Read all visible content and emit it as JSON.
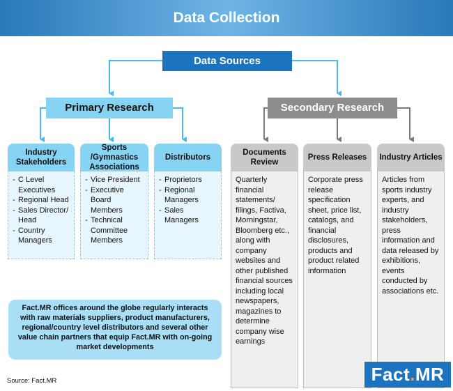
{
  "header": {
    "title": "Data Collection"
  },
  "root": {
    "label": "Data Sources"
  },
  "primary": {
    "label": "Primary Research",
    "panels": [
      {
        "title": "Industry Stakeholders",
        "items": [
          "C Level Executives",
          "Regional Head",
          "Sales Director/ Head",
          "Country Managers"
        ]
      },
      {
        "title": "Sports /Gymnastics Associations",
        "items": [
          "Vice President",
          "Executive Board Members",
          "Technical Committee Members"
        ]
      },
      {
        "title": "Distributors",
        "items": [
          "Proprietors",
          "Regional Managers",
          "Sales Managers"
        ]
      }
    ]
  },
  "secondary": {
    "label": "Secondary Research",
    "panels": [
      {
        "title": "Documents Review",
        "text": "Quarterly financial statements/ filings, Factiva, Morningstar, Bloomberg etc., along with company websites and other published financial sources including local newspapers, magazines to determine company wise earnings"
      },
      {
        "title": "Press Releases",
        "text": "Corporate press release specification sheet, price list, catalogs, and financial disclosures, products and product related information"
      },
      {
        "title": "Industry Articles",
        "text": "Articles from sports industry experts, and industry stakeholders, press information and data released by exhibitions, events conducted by associations etc."
      }
    ]
  },
  "note": "Fact.MR offices around the globe regularly interacts with raw materials suppliers, product manufacturers, regional/country level distributors and several other value chain partners that equip Fact.MR with on-going market developments",
  "source": "Source: Fact.MR",
  "logo": {
    "part1": "Fact",
    "dot": ".",
    "part2": "MR"
  },
  "colors": {
    "primary_blue": "#1b74bd",
    "light_blue": "#87d3f4",
    "grey": "#8c8c8c",
    "arrow_blue": "#4ab8ec",
    "arrow_grey": "#7a7a7a"
  }
}
